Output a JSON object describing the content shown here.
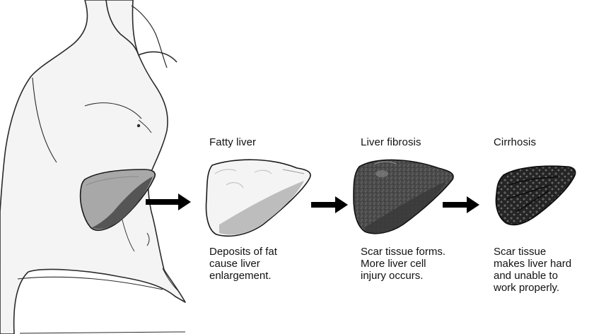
{
  "stages": [
    {
      "title": "Fatty liver",
      "description": "Deposits of fat\ncause liver\nenlargement."
    },
    {
      "title": "Liver fibrosis",
      "description": "Scar tissue forms.\nMore liver cell\ninjury occurs."
    },
    {
      "title": "Cirrhosis",
      "description": "Scar tissue\nmakes liver hard\nand unable to\nwork properly."
    }
  ],
  "colors": {
    "outline": "#1a1a1a",
    "arrow": "#000000",
    "healthy_light": "#b9b9b9",
    "healthy_dark": "#6a6a6a",
    "fatty_fill": "#f2f2f2",
    "fibrosis_fill": "#5a5a5a",
    "cirrhosis_fill": "#2e2e2e"
  },
  "icons": [
    "torso-illustration",
    "healthy-liver",
    "fatty-liver",
    "fibrotic-liver",
    "cirrhotic-liver",
    "arrow-right"
  ]
}
